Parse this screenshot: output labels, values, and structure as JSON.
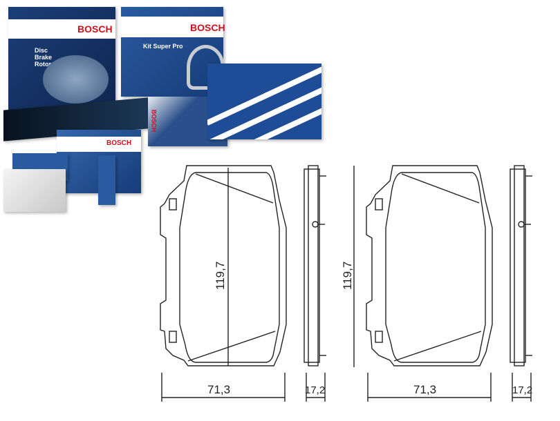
{
  "products": {
    "brand": "BOSCH",
    "disc_rotor_title": "Disc\nBrake\nRotor",
    "kit_title": "Kit Super Pro"
  },
  "drawing": {
    "height_1": "119,7",
    "width_1": "71,3",
    "thickness_1": "17,2",
    "height_2": "119,7",
    "width_2": "71,3",
    "thickness_2": "17,2"
  },
  "colors": {
    "brand_red": "#d0101b",
    "box_blue": "#1c3f78"
  }
}
